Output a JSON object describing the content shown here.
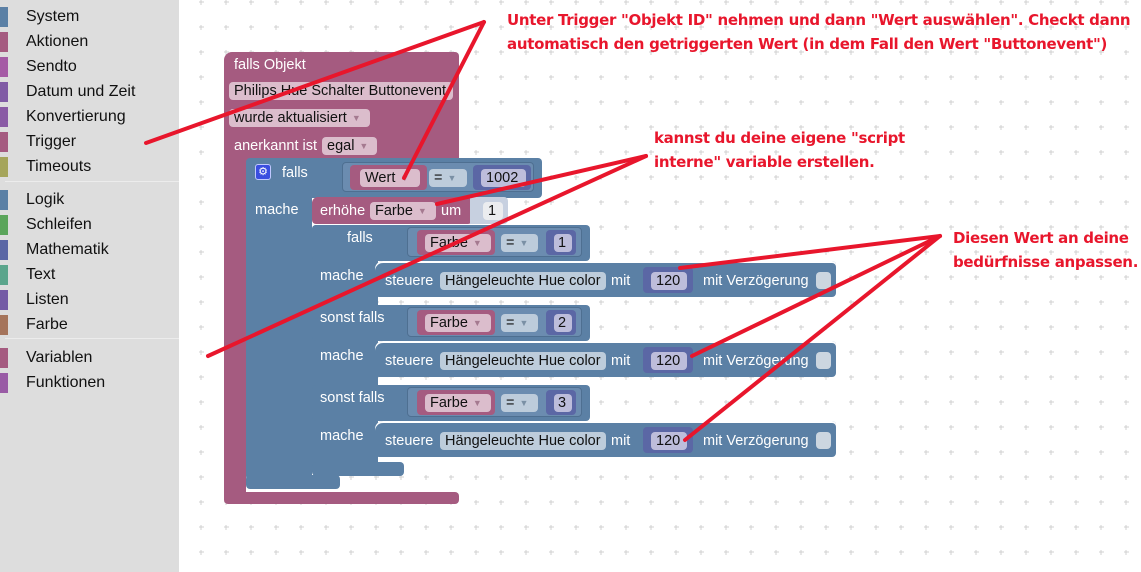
{
  "sidebar": {
    "categories": [
      {
        "label": "System",
        "color": "#5b80a5"
      },
      {
        "label": "Aktionen",
        "color": "#a55b80"
      },
      {
        "label": "Sendto",
        "color": "#a55ba5"
      },
      {
        "label": "Datum und Zeit",
        "color": "#805ba5"
      },
      {
        "label": "Konvertierung",
        "color": "#8a5ba5"
      },
      {
        "label": "Trigger",
        "color": "#a55b80"
      },
      {
        "label": "Timeouts",
        "color": "#a5a55b"
      },
      {
        "label": "Logik",
        "color": "#5b80a5"
      },
      {
        "label": "Schleifen",
        "color": "#5ba55b"
      },
      {
        "label": "Mathematik",
        "color": "#5b67a5"
      },
      {
        "label": "Text",
        "color": "#5ba58c"
      },
      {
        "label": "Listen",
        "color": "#745ba5"
      },
      {
        "label": "Farbe",
        "color": "#a5745b"
      },
      {
        "label": "Variablen",
        "color": "#a55b80"
      },
      {
        "label": "Funktionen",
        "color": "#995ba5"
      }
    ]
  },
  "blocks": {
    "trigger": {
      "title": "falls Objekt",
      "object": "Philips Hue Schalter Buttonevent",
      "event": "wurde aktualisiert",
      "ack_label": "anerkannt ist",
      "ack_value": "egal",
      "do_label": "mache"
    },
    "if_outer": {
      "label": "falls",
      "do_label": "mache",
      "lhs": "Wert",
      "op": "=",
      "rhs": "1002"
    },
    "increment": {
      "label": "erhöhe",
      "var": "Farbe",
      "by_label": "um",
      "value": "1"
    },
    "if_inner": {
      "if_label": "falls",
      "elseif_label": "sonst falls",
      "do_label": "mache",
      "branches": [
        {
          "var": "Farbe",
          "op": "=",
          "value": "1",
          "action": "steuere",
          "device": "Hängeleuchte Hue color",
          "with_label": "mit",
          "set_value": "120",
          "delay_label": "mit Verzögerung"
        },
        {
          "var": "Farbe",
          "op": "=",
          "value": "2",
          "action": "steuere",
          "device": "Hängeleuchte Hue color",
          "with_label": "mit",
          "set_value": "120",
          "delay_label": "mit Verzögerung"
        },
        {
          "var": "Farbe",
          "op": "=",
          "value": "3",
          "action": "steuere",
          "device": "Hängeleuchte Hue color",
          "with_label": "mit",
          "set_value": "120",
          "delay_label": "mit Verzögerung"
        }
      ]
    }
  },
  "annotations": {
    "note1_line1": "Unter Trigger \"Objekt ID\" nehmen und dann \"Wert auswählen\". Checkt dann",
    "note1_line2": "automatisch den getriggerten Wert (in dem Fall den Wert \"Buttonevent\")",
    "note2_line1": "kannst du deine eigene \"script",
    "note2_line2": "interne\" variable erstellen.",
    "note3_line1": "Diesen Wert an deine",
    "note3_line2": "bedürfnisse anpassen.",
    "color": "#e8162c"
  }
}
